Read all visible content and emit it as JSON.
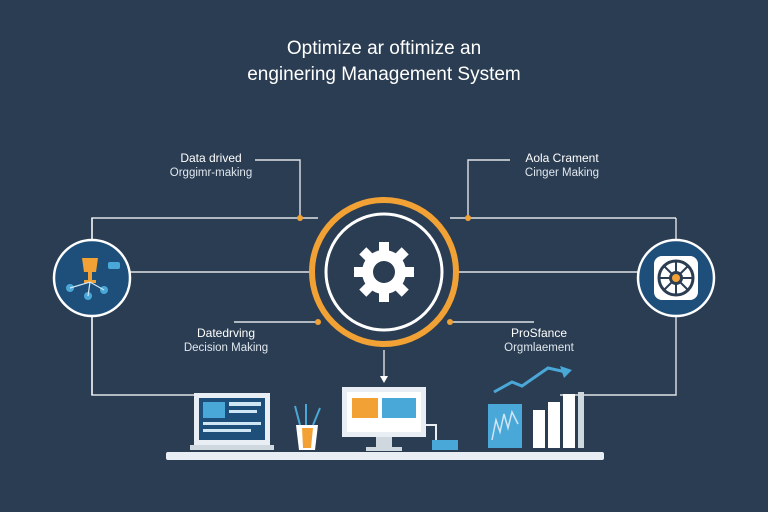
{
  "title": {
    "line1": "Optimize ar oftimize an",
    "line2": "enginering Management System"
  },
  "labels": {
    "top_left": {
      "line1": "Data drived",
      "line2": "Orggimr-making"
    },
    "top_right": {
      "line1": "Aola Crament",
      "line2": "Cinger Making"
    },
    "bottom_left": {
      "line1": "Datedrving",
      "line2": "Decision Making"
    },
    "bottom_right": {
      "line1": "ProSfance",
      "line2": "Orgmlaement"
    }
  },
  "colors": {
    "background": "#2b3d52",
    "accent_orange": "#f2a235",
    "line": "#ffffff",
    "node_fill": "#1e4f7a",
    "blue_light": "#4aa8d8"
  },
  "icons": {
    "center": "gear-icon",
    "left_node": "trophy-network-icon",
    "right_node": "dial-icon",
    "bottom": [
      "laptop-dashboard-icon",
      "pencil-cup-icon",
      "monitor-icon",
      "growth-chart-icon"
    ]
  }
}
